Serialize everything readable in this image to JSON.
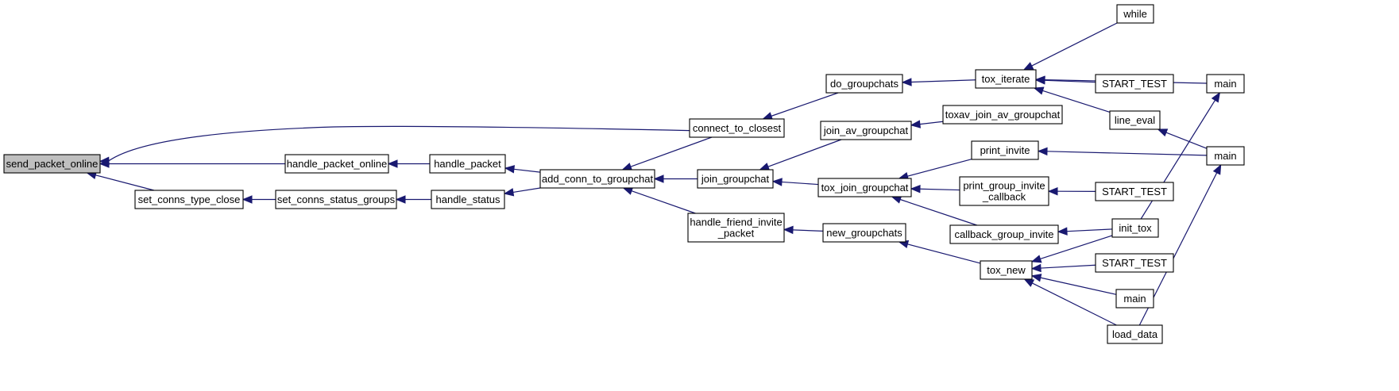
{
  "graph": {
    "colors": {
      "edge": "#191970",
      "root_fill": "#bfbfbf",
      "node_fill": "#ffffff",
      "node_border": "#000000"
    },
    "nodes": [
      {
        "id": "send_packet_online",
        "lines": [
          "send_packet_online"
        ],
        "root": true
      },
      {
        "id": "connect_to_closest",
        "lines": [
          "connect_to_closest"
        ]
      },
      {
        "id": "handle_packet_online",
        "lines": [
          "handle_packet_online"
        ]
      },
      {
        "id": "set_conns_type_close",
        "lines": [
          "set_conns_type_close"
        ]
      },
      {
        "id": "handle_packet",
        "lines": [
          "handle_packet"
        ]
      },
      {
        "id": "set_conns_status_groups",
        "lines": [
          "set_conns_status_groups"
        ]
      },
      {
        "id": "handle_status",
        "lines": [
          "handle_status"
        ]
      },
      {
        "id": "add_conn_to_groupchat",
        "lines": [
          "add_conn_to_groupchat"
        ]
      },
      {
        "id": "do_groupchats",
        "lines": [
          "do_groupchats"
        ]
      },
      {
        "id": "join_av_groupchat",
        "lines": [
          "join_av_groupchat"
        ]
      },
      {
        "id": "join_groupchat",
        "lines": [
          "join_groupchat"
        ]
      },
      {
        "id": "handle_friend_invite_packet",
        "lines": [
          "handle_friend_invite",
          "_packet"
        ]
      },
      {
        "id": "tox_iterate",
        "lines": [
          "tox_iterate"
        ]
      },
      {
        "id": "toxav_join_av_groupchat",
        "lines": [
          "toxav_join_av_groupchat"
        ]
      },
      {
        "id": "tox_join_groupchat",
        "lines": [
          "tox_join_groupchat"
        ]
      },
      {
        "id": "new_groupchats",
        "lines": [
          "new_groupchats"
        ]
      },
      {
        "id": "print_invite",
        "lines": [
          "print_invite"
        ]
      },
      {
        "id": "print_group_invite_callback",
        "lines": [
          "print_group_invite",
          "_callback"
        ]
      },
      {
        "id": "callback_group_invite",
        "lines": [
          "callback_group_invite"
        ]
      },
      {
        "id": "tox_new",
        "lines": [
          "tox_new"
        ]
      },
      {
        "id": "while",
        "lines": [
          "while"
        ]
      },
      {
        "id": "START_TEST_1",
        "lines": [
          "START_TEST"
        ]
      },
      {
        "id": "line_eval",
        "lines": [
          "line_eval"
        ]
      },
      {
        "id": "START_TEST_2",
        "lines": [
          "START_TEST"
        ]
      },
      {
        "id": "init_tox",
        "lines": [
          "init_tox"
        ]
      },
      {
        "id": "START_TEST_3",
        "lines": [
          "START_TEST"
        ]
      },
      {
        "id": "main_3",
        "lines": [
          "main"
        ]
      },
      {
        "id": "load_data",
        "lines": [
          "load_data"
        ]
      },
      {
        "id": "main_1",
        "lines": [
          "main"
        ]
      },
      {
        "id": "main_2",
        "lines": [
          "main"
        ]
      }
    ],
    "edges": [
      {
        "from": "connect_to_closest",
        "to": "send_packet_online"
      },
      {
        "from": "handle_packet_online",
        "to": "send_packet_online"
      },
      {
        "from": "set_conns_type_close",
        "to": "send_packet_online"
      },
      {
        "from": "handle_packet",
        "to": "handle_packet_online"
      },
      {
        "from": "set_conns_status_groups",
        "to": "set_conns_type_close"
      },
      {
        "from": "handle_status",
        "to": "set_conns_status_groups"
      },
      {
        "from": "add_conn_to_groupchat",
        "to": "handle_packet"
      },
      {
        "from": "add_conn_to_groupchat",
        "to": "handle_status"
      },
      {
        "from": "do_groupchats",
        "to": "connect_to_closest"
      },
      {
        "from": "connect_to_closest",
        "to": "add_conn_to_groupchat"
      },
      {
        "from": "join_groupchat",
        "to": "add_conn_to_groupchat"
      },
      {
        "from": "handle_friend_invite_packet",
        "to": "add_conn_to_groupchat"
      },
      {
        "from": "tox_iterate",
        "to": "do_groupchats"
      },
      {
        "from": "join_av_groupchat",
        "to": "join_groupchat"
      },
      {
        "from": "tox_join_groupchat",
        "to": "join_groupchat"
      },
      {
        "from": "toxav_join_av_groupchat",
        "to": "join_av_groupchat"
      },
      {
        "from": "new_groupchats",
        "to": "handle_friend_invite_packet"
      },
      {
        "from": "print_invite",
        "to": "tox_join_groupchat"
      },
      {
        "from": "print_group_invite_callback",
        "to": "tox_join_groupchat"
      },
      {
        "from": "callback_group_invite",
        "to": "tox_join_groupchat"
      },
      {
        "from": "tox_new",
        "to": "new_groupchats"
      },
      {
        "from": "while",
        "to": "tox_iterate"
      },
      {
        "from": "main_1",
        "to": "tox_iterate"
      },
      {
        "from": "START_TEST_1",
        "to": "tox_iterate"
      },
      {
        "from": "line_eval",
        "to": "tox_iterate"
      },
      {
        "from": "main_2",
        "to": "line_eval"
      },
      {
        "from": "main_2",
        "to": "print_invite"
      },
      {
        "from": "START_TEST_2",
        "to": "print_group_invite_callback"
      },
      {
        "from": "init_tox",
        "to": "callback_group_invite"
      },
      {
        "from": "init_tox",
        "to": "main_1"
      },
      {
        "from": "init_tox",
        "to": "tox_new"
      },
      {
        "from": "START_TEST_3",
        "to": "tox_new"
      },
      {
        "from": "main_3",
        "to": "tox_new"
      },
      {
        "from": "load_data",
        "to": "tox_new"
      },
      {
        "from": "load_data",
        "to": "main_2"
      }
    ]
  }
}
